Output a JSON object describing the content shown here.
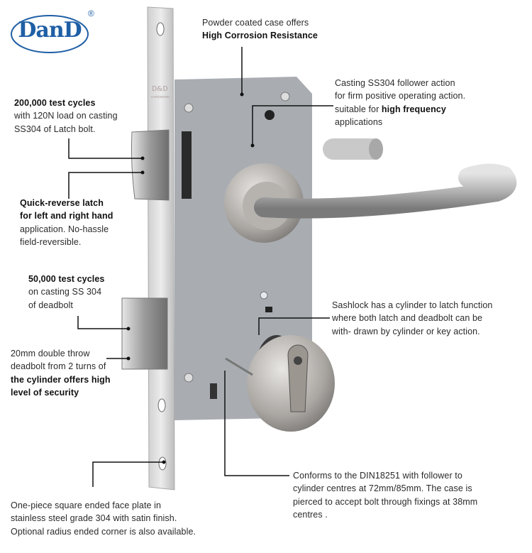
{
  "logo": {
    "text": "DanD",
    "registered": "®",
    "color": "#1f5fa5"
  },
  "faceplate_mark": {
    "brand": "D&D",
    "sub": "HARDWARE"
  },
  "callouts": {
    "case": {
      "line1": "Powder coated case offers",
      "line2_bold": "High Corrosion Resistance"
    },
    "follower": {
      "line1": "Casting SS304 follower action",
      "line2": "for firm positive operating action.",
      "line3_prefix": "suitable for ",
      "line3_bold": "high frequency",
      "line4": "applications"
    },
    "latch_cycles": {
      "line1_bold": "200,000 test cycles",
      "line2": "with 120N load on casting",
      "line3": "SS304 of Latch bolt."
    },
    "quick_reverse": {
      "line1_bold": "Quick-reverse latch",
      "line2_bold": "for left and right hand",
      "line3": "application. No-hassle",
      "line4": "field-reversible."
    },
    "deadbolt_cycles": {
      "line1_bold": "50,000 test cycles",
      "line2": "on casting SS 304",
      "line3": "of deadbolt"
    },
    "double_throw": {
      "line1": "20mm double throw",
      "line2": "deadbolt from 2 turns of",
      "line3_bold": "the cylinder offers high",
      "line4_bold": "level of security"
    },
    "sashlock": {
      "line1": "Sashlock has a cylinder to latch function",
      "line2": "where both latch and deadbolt can be",
      "line3": "with- drawn by cylinder or key action."
    },
    "din": {
      "line1": "Conforms to the DIN18251 with follower to",
      "line2": "cylinder centres at 72mm/85mm. The case is",
      "line3": "pierced to accept bolt through fixings at 38mm",
      "line4": "centres ."
    },
    "faceplate": {
      "line1": "One-piece square ended face plate in",
      "line2": "stainless steel grade 304 with satin finish.",
      "line3": "Optional radius ended corner is also available."
    }
  }
}
